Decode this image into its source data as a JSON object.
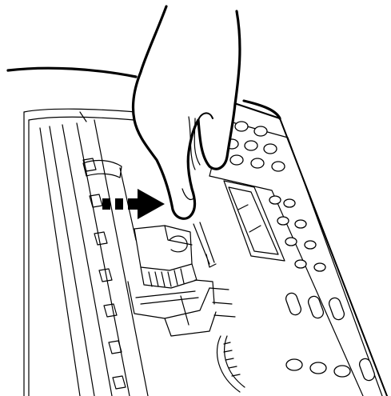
{
  "illustration": {
    "kind": "line-drawing",
    "background": "#ffffff",
    "ink": "#000000",
    "arrow": {
      "direction": "right",
      "style": "dashed-tail"
    }
  }
}
